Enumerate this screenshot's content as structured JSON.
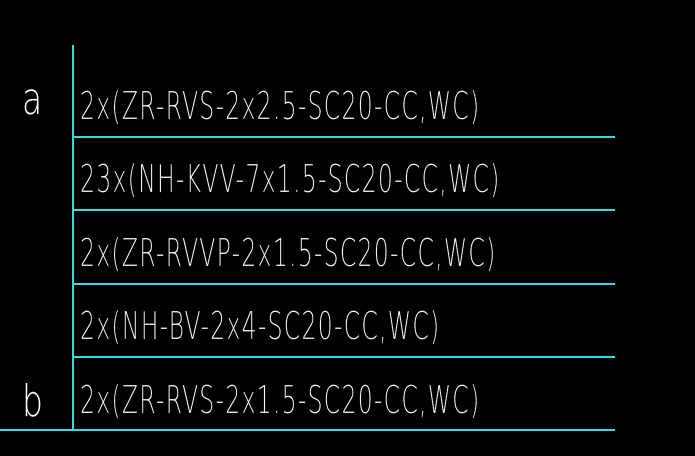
{
  "drawing": {
    "line_color": "#30dcdc",
    "text_color": "#ffffff",
    "background": "#000000",
    "labels": [
      {
        "text": "a",
        "row": 0
      },
      {
        "text": "b",
        "row": 4
      }
    ],
    "rows": [
      {
        "text": "2x(ZR-RVS-2x2.5-SC20-CC,WC)"
      },
      {
        "text": "23x(NH-KVV-7x1.5-SC20-CC,WC)"
      },
      {
        "text": "2x(ZR-RVVP-2x1.5-SC20-CC,WC)"
      },
      {
        "text": "2x(NH-BV-2x4-SC20-CC,WC)"
      },
      {
        "text": "2x(ZR-RVS-2x1.5-SC20-CC,WC)"
      }
    ]
  }
}
